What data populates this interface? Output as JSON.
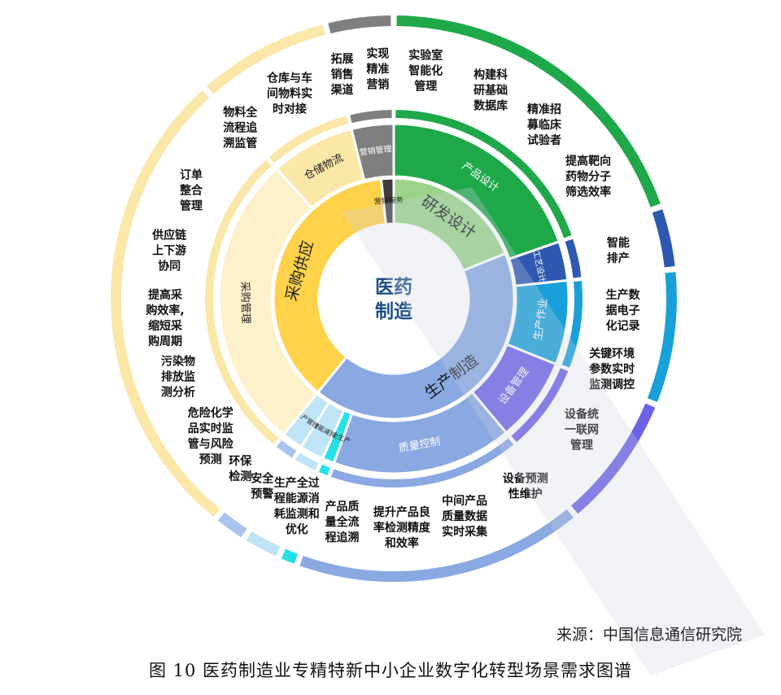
{
  "center_title": [
    "医药",
    "制造"
  ],
  "source": "来源：中国信息通信研究院",
  "caption": "图 10 医药制造业专精特新中小企业数字化转型场景需求图谱",
  "colors": {
    "green": "#1fa84a",
    "green_light": "#9bd38a",
    "blue_dark": "#2f58b0",
    "cyan": "#1aa0d8",
    "purple": "#6d62e6",
    "periwinkle": "#8aa8e2",
    "light_blue": "#bfe4f6",
    "teal": "#26e0e6",
    "yellow": "#ffd24a",
    "yellow_light": "#fbe7a8",
    "yellow_pale": "#fdf1cc",
    "gray": "#7f7f7f",
    "gray_dark": "#3d3d3d"
  },
  "domains": [
    {
      "label": "研发设计",
      "start": 0,
      "end": 68,
      "color": "#9bd38a"
    },
    {
      "label": "生产制造",
      "start": 68,
      "end": 219,
      "color": "#8aa8e2"
    },
    {
      "label": "采购供应",
      "start": 219,
      "end": 354,
      "color": "#ffd24a"
    },
    {
      "label": "营销服务",
      "start": 354,
      "end": 360,
      "color": "#3d3d3d"
    }
  ],
  "processes": [
    {
      "label": "产品设计",
      "start": 0,
      "end": 71,
      "color": "#1fa84a"
    },
    {
      "label": "工艺设计",
      "start": 71,
      "end": 84,
      "color": "#2f58b0"
    },
    {
      "label": "生产作业",
      "start": 84,
      "end": 112,
      "color": "#1aa0d8"
    },
    {
      "label": "设备管理",
      "start": 112,
      "end": 140,
      "color": "#6d62e6"
    },
    {
      "label": "质量控制",
      "start": 140,
      "end": 200,
      "color": "#8aa8e2"
    },
    {
      "label": "安全生产",
      "start": 200,
      "end": 204,
      "color": "#26e0e6"
    },
    {
      "label": "节能减排",
      "start": 204,
      "end": 212,
      "color": "#bfe4f6"
    },
    {
      "label": "生产管理",
      "start": 212,
      "end": 219,
      "color": "#bfe4f6"
    },
    {
      "label": "采购管理",
      "start": 219,
      "end": 318,
      "color": "#fdf1cc"
    },
    {
      "label": "仓储物流",
      "start": 318,
      "end": 346,
      "color": "#fbe7a8"
    },
    {
      "label": "营销管理",
      "start": 346,
      "end": 360,
      "color": "#7f7f7f"
    }
  ],
  "scenarios": [
    {
      "lines": [
        "实验室",
        "智能化",
        "管理"
      ],
      "angle": 8
    },
    {
      "lines": [
        "构建科",
        "研基础",
        "数据库"
      ],
      "angle": 25
    },
    {
      "lines": [
        "精准招",
        "募临床",
        "试验者"
      ],
      "angle": 41
    },
    {
      "lines": [
        "提高靶向",
        "药物分子",
        "筛选效率"
      ],
      "angle": 58
    },
    {
      "lines": [
        "智能",
        "排产"
      ],
      "angle": 78
    },
    {
      "lines": [
        "生产数",
        "据电子",
        "化记录"
      ],
      "angle": 93
    },
    {
      "lines": [
        "关键环境",
        "参数实时",
        "监测调控"
      ],
      "angle": 108
    },
    {
      "lines": [
        "设备统",
        "一联网",
        "管理"
      ],
      "angle": 125
    },
    {
      "lines": [
        "设备预测",
        "性维护"
      ],
      "angle": 145
    },
    {
      "lines": [
        "中间产品",
        "质量数据",
        "实时采集"
      ],
      "angle": 162
    },
    {
      "lines": [
        "提升产品良",
        "率检测精度",
        "和效率"
      ],
      "angle": 178
    },
    {
      "lines": [
        "产品质",
        "量全流",
        "程追溯"
      ],
      "angle": 193
    },
    {
      "lines": [
        "生产全过",
        "程能源消",
        "耗监测和",
        "优化"
      ],
      "angle": 205
    },
    {
      "lines": [
        "安全",
        "预警"
      ],
      "angle": 215
    },
    {
      "lines": [
        "环保",
        "检测"
      ],
      "angle": 222
    },
    {
      "lines": [
        "危险化学",
        "品实时监",
        "管与风险",
        "预测"
      ],
      "angle": 233
    },
    {
      "lines": [
        "污染物",
        "排放监",
        "测分析"
      ],
      "angle": 250
    },
    {
      "lines": [
        "提高采",
        "购效率,",
        "缩短采",
        "购周期"
      ],
      "angle": 265
    },
    {
      "lines": [
        "供应链",
        "上下游",
        "协同"
      ],
      "angle": 282
    },
    {
      "lines": [
        "订单",
        "整合",
        "管理"
      ],
      "angle": 298
    },
    {
      "lines": [
        "物料全",
        "流程追",
        "溯监管"
      ],
      "angle": 318
    },
    {
      "lines": [
        "仓库与车",
        "间物料实",
        "时对接"
      ],
      "angle": 333
    },
    {
      "lines": [
        "拓展",
        "销售",
        "渠道"
      ],
      "angle": 347
    },
    {
      "lines": [
        "实现",
        "精准",
        "营销"
      ],
      "angle": 356
    }
  ],
  "outer_arcs": [
    {
      "start": 0,
      "end": 71,
      "color": "#1fa84a"
    },
    {
      "start": 71,
      "end": 84,
      "color": "#2f58b0"
    },
    {
      "start": 84,
      "end": 112,
      "color": "#1aa0d8"
    },
    {
      "start": 112,
      "end": 140,
      "color": "#6d62e6"
    },
    {
      "start": 140,
      "end": 200,
      "color": "#8aa8e2"
    },
    {
      "start": 200,
      "end": 204,
      "color": "#26e0e6"
    },
    {
      "start": 204,
      "end": 212,
      "color": "#bfe4f6"
    },
    {
      "start": 212,
      "end": 219,
      "color": "#a9c3ee"
    },
    {
      "start": 219,
      "end": 318,
      "color": "#fbe7a8"
    },
    {
      "start": 318,
      "end": 346,
      "color": "#fbe7a8"
    },
    {
      "start": 346,
      "end": 360,
      "color": "#7f7f7f"
    }
  ]
}
